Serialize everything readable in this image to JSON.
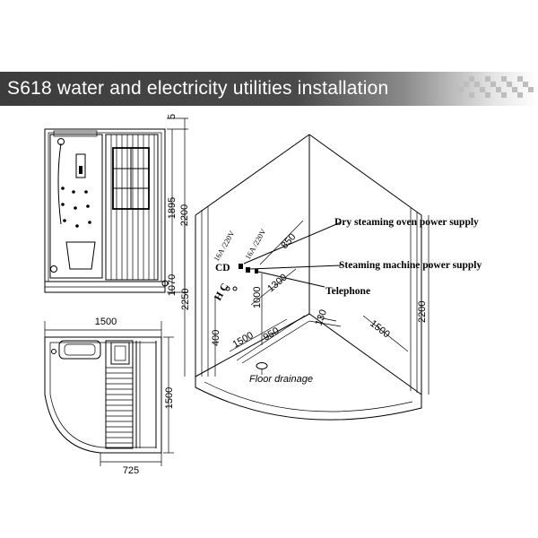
{
  "title": "S618 water and electricity utilities installation",
  "front_view": {
    "dim_height": "1895",
    "dim_total": "2200",
    "dim_top": "5",
    "dim_bottom": "1070"
  },
  "top_view": {
    "dim_width": "1500",
    "dim_depth": "1500",
    "dim_door": "725"
  },
  "iso_view": {
    "callout_oven": "Dry steaming oven power supply",
    "callout_steam": "Steaming machine power supply",
    "callout_phone": "Telephone",
    "socket_1": "16A /220V",
    "socket_2": "16A /220V",
    "mark_cd": "CD",
    "mark_hc": "H C",
    "dim_850": "850",
    "dim_1300": "1300",
    "dim_1000": "1000",
    "dim_2250": "2250",
    "dim_400": "400",
    "dim_1500_left": "1500",
    "dim_950": "950",
    "dim_130": "130",
    "dim_1500_right": "1500",
    "dim_2200": "2200",
    "floor_label": "Floor drainage"
  },
  "colors": {
    "banner_dark": "#3c3c3c",
    "banner_text": "#ffffff",
    "line": "#000000"
  }
}
